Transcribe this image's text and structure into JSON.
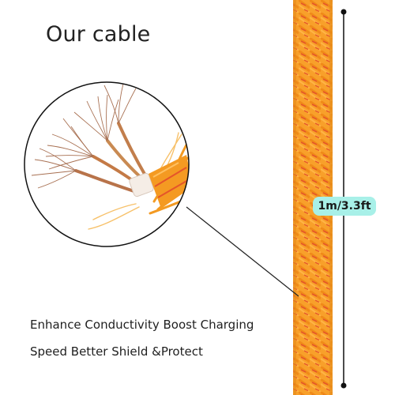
{
  "headline": "Our cable",
  "length_label": "1m/3.3ft",
  "features": [
    "Enhance Conductivity Boost Charging",
    "Speed Better Shield &Protect"
  ],
  "colors": {
    "cable_orange": "#f7941d",
    "cable_stripe": "#e8502a",
    "badge_fill": "#a8f0e8",
    "wire_copper": "#b07a58",
    "insulation": "#f5ede6",
    "text": "#222222"
  },
  "icons": {
    "magnifier": "cable-cross-section-magnifier",
    "measure": "length-measure-line"
  }
}
